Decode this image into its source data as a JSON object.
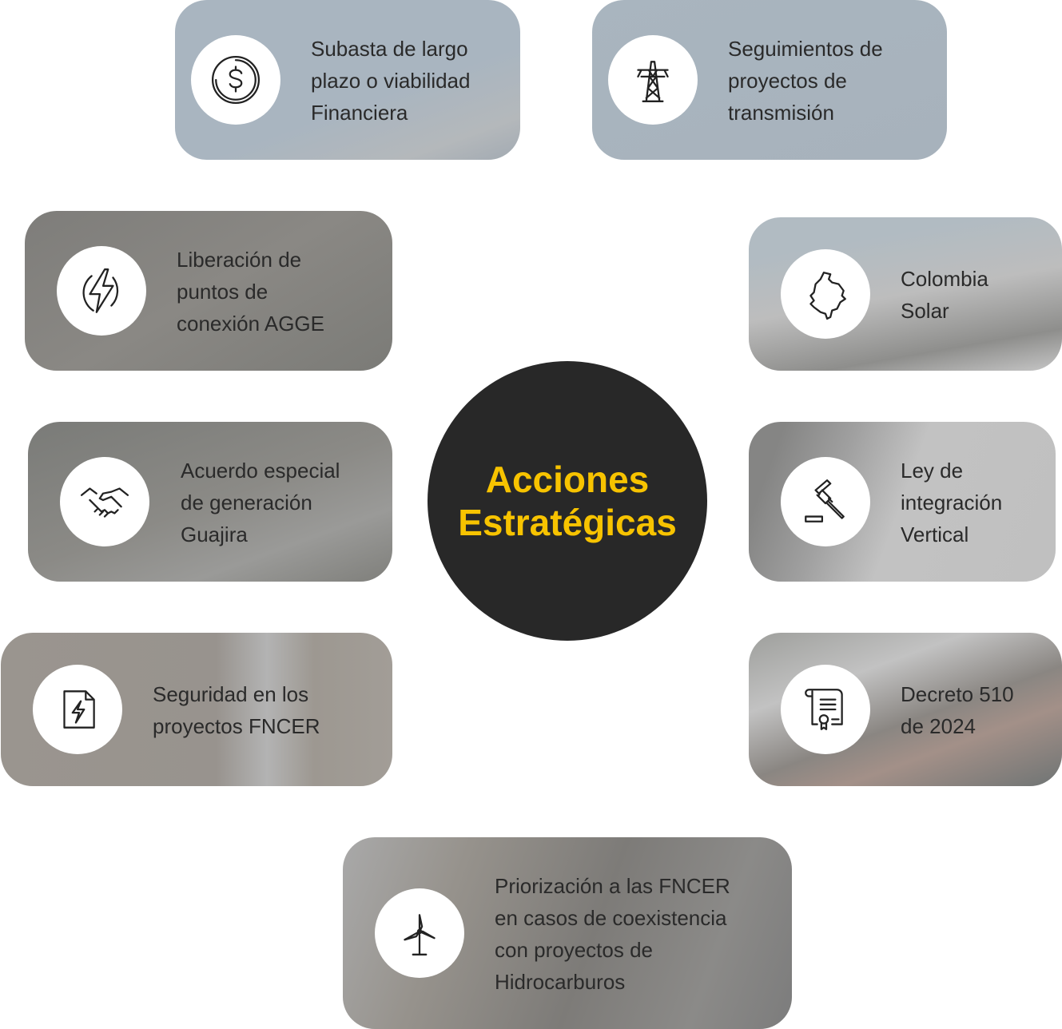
{
  "center": {
    "line1": "Acciones",
    "line2": "Estratégicas"
  },
  "colors": {
    "accent": "#f7c300",
    "center_bg": "#282828"
  },
  "cards": [
    {
      "icon": "dollar-coin-icon",
      "lines": [
        "Subasta de largo",
        "plazo o viabilidad",
        "Financiera"
      ]
    },
    {
      "icon": "transmission-tower-icon",
      "lines": [
        "Seguimientos de",
        "proyectos de",
        "transmisión"
      ]
    },
    {
      "icon": "lightning-circle-icon",
      "lines": [
        "Liberación de",
        "puntos de",
        "conexión AGGE"
      ]
    },
    {
      "icon": "colombia-map-icon",
      "lines": [
        "Colombia",
        "Solar"
      ]
    },
    {
      "icon": "handshake-icon",
      "lines": [
        "Acuerdo especial",
        "de generación",
        "Guajira"
      ]
    },
    {
      "icon": "gavel-icon",
      "lines": [
        "Ley de",
        "integración",
        "Vertical"
      ]
    },
    {
      "icon": "energy-document-icon",
      "lines": [
        "Seguridad en los",
        "proyectos FNCER"
      ]
    },
    {
      "icon": "certificate-scroll-icon",
      "lines": [
        "Decreto 510",
        "de 2024"
      ]
    },
    {
      "icon": "wind-turbine-icon",
      "lines": [
        "Priorización a las FNCER",
        "en casos de coexistencia",
        "con proyectos de",
        "Hidrocarburos"
      ]
    }
  ]
}
